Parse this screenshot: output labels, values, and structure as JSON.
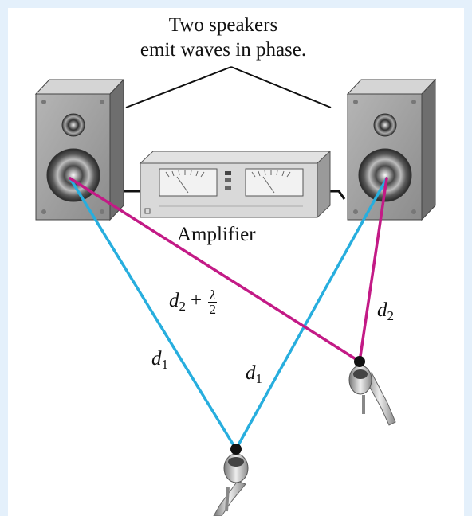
{
  "caption": {
    "line1": "Two speakers",
    "line2": "emit waves in phase."
  },
  "amplifier": {
    "label": "Amplifier"
  },
  "path_labels": {
    "d2_plus": {
      "var": "d",
      "sub": "2",
      "plus": "+",
      "num": "λ",
      "den": "2"
    },
    "d1_left": {
      "var": "d",
      "sub": "1"
    },
    "d1_right": {
      "var": "d",
      "sub": "1"
    },
    "d2_right": {
      "var": "d",
      "sub": "2"
    }
  },
  "colors": {
    "cyan_path": "#27aede",
    "magenta_path": "#c31a86",
    "background": "#e4f0fb"
  },
  "icons": [
    "left-speaker-icon",
    "right-speaker-icon",
    "amplifier-icon",
    "microphone-icon",
    "microphone-icon"
  ]
}
